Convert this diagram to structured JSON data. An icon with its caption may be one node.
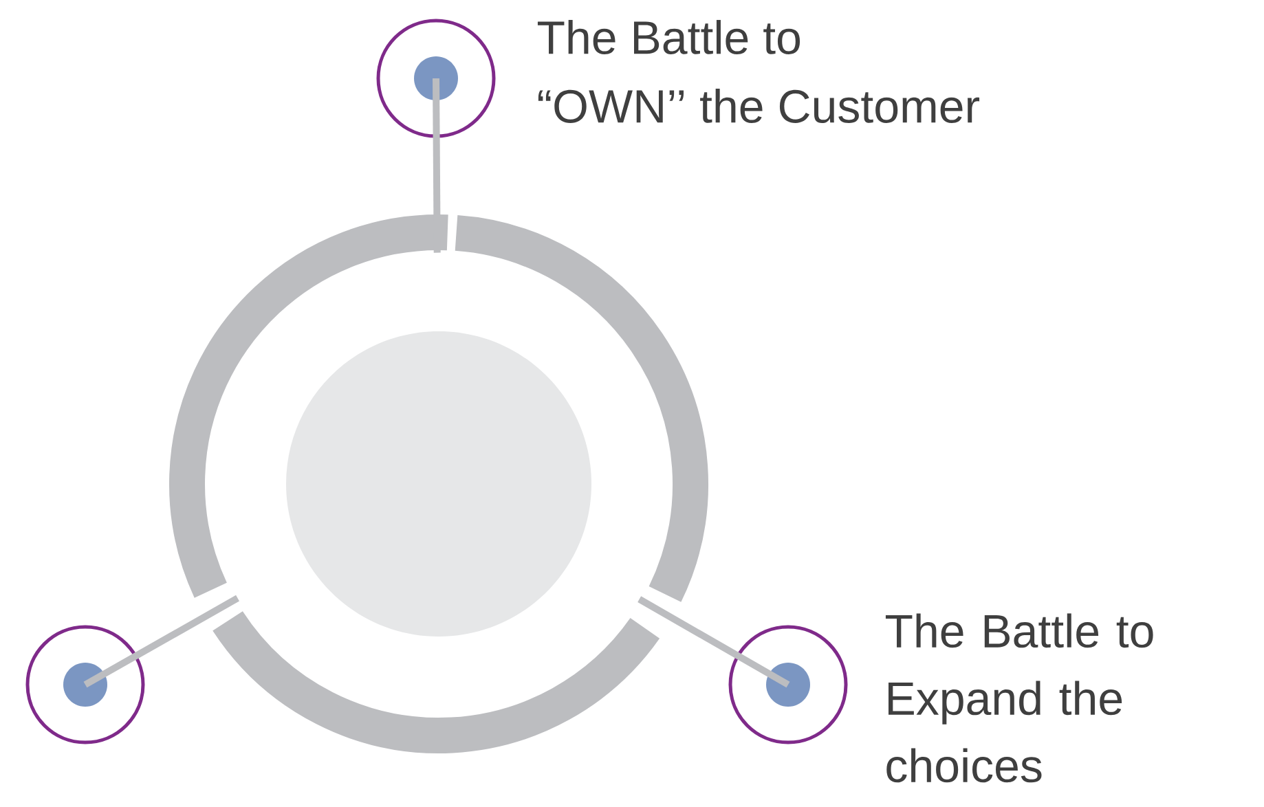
{
  "diagram": {
    "nodes": [
      {
        "text": [],
        "shape": "circle"
      },
      {
        "text": [],
        "shape": "circle",
        "in": 0
      },
      {
        "text": [],
        "shape": "circle",
        "beside": [
          "The Battle to",
          "“OWN’’ the Customer"
        ]
      },
      {
        "text": [],
        "shape": "circle"
      },
      {
        "text": [],
        "shape": "circle",
        "beside": [
          "The Battle to Expand the choices"
        ]
      }
    ],
    "edges": [
      {
        "from": 2,
        "to": 0,
        "arrow": "none"
      },
      {
        "from": 3,
        "to": 0,
        "arrow": "none"
      },
      {
        "from": 4,
        "to": 0,
        "arrow": "none"
      }
    ]
  }
}
